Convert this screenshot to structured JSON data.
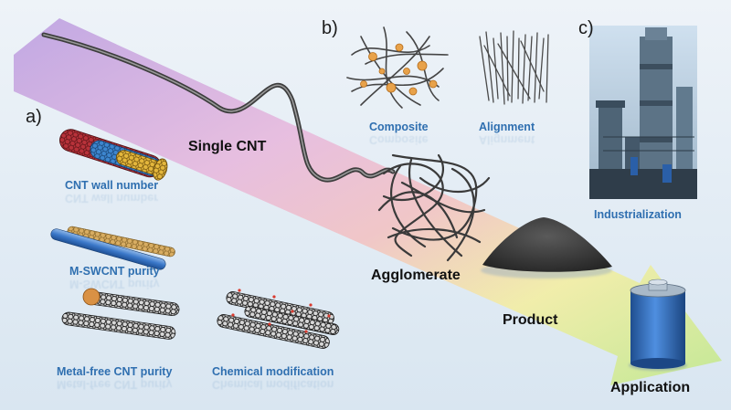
{
  "panels": {
    "a": "a)",
    "b": "b)",
    "c": "c)"
  },
  "stages": {
    "single_cnt": "Single CNT",
    "agglomerate": "Agglomerate",
    "product": "Product",
    "application": "Application"
  },
  "panel_a": {
    "wall_number": "CNT wall number",
    "m_swcnt_purity": "M-SWCNT purity",
    "metal_free_purity": "Metal-free CNT purity",
    "chemical_modification": "Chemical modification"
  },
  "panel_b": {
    "composite": "Composite",
    "alignment": "Alignment"
  },
  "panel_c": {
    "industrialization": "Industrialization"
  },
  "colors": {
    "arrow_violet": "#c9a6e6",
    "arrow_pink": "#eec0d2",
    "arrow_yellow": "#f2ee9a",
    "arrow_green": "#c5ec86",
    "label_blue": "#2f6fb0",
    "battery_blue": "#2d68b8",
    "particle_orange": "#e8a24a"
  }
}
